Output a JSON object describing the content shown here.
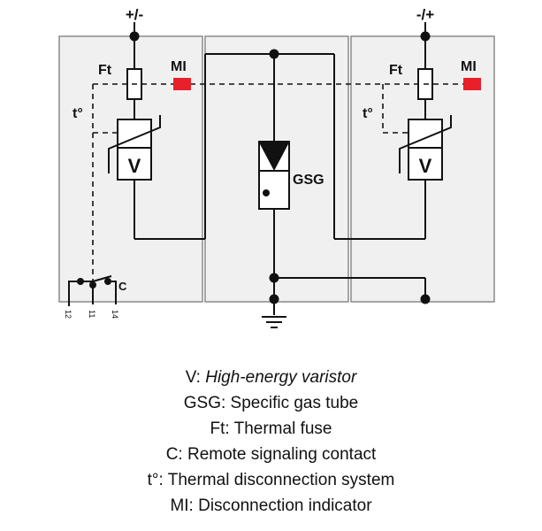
{
  "terminals": {
    "left": "+/-",
    "right": "-/+"
  },
  "labels": {
    "thermal_fuse": "Ft",
    "indicator": "MI",
    "thermal": "t°",
    "varistor": "V",
    "gas_tube": "GSG",
    "contact": "C",
    "pin_12": "12",
    "pin_11": "11",
    "pin_14": "14"
  },
  "legend": [
    {
      "key": "V: ",
      "def": "High-energy varistor",
      "italic": true
    },
    {
      "key": "GSG: ",
      "def": "Specific gas tube",
      "italic": false
    },
    {
      "key": "Ft: ",
      "def": "Thermal fuse",
      "italic": false
    },
    {
      "key": "C: ",
      "def": "Remote signaling contact",
      "italic": false
    },
    {
      "key": "t°: ",
      "def": "Thermal disconnection system",
      "italic": false
    },
    {
      "key": "MI: ",
      "def": "Disconnection indicator",
      "italic": false
    }
  ],
  "colors": {
    "indicator": "#e8202a",
    "module_fill": "#f0f0f0",
    "module_border": "#8a8a8a",
    "wire": "#111111"
  }
}
